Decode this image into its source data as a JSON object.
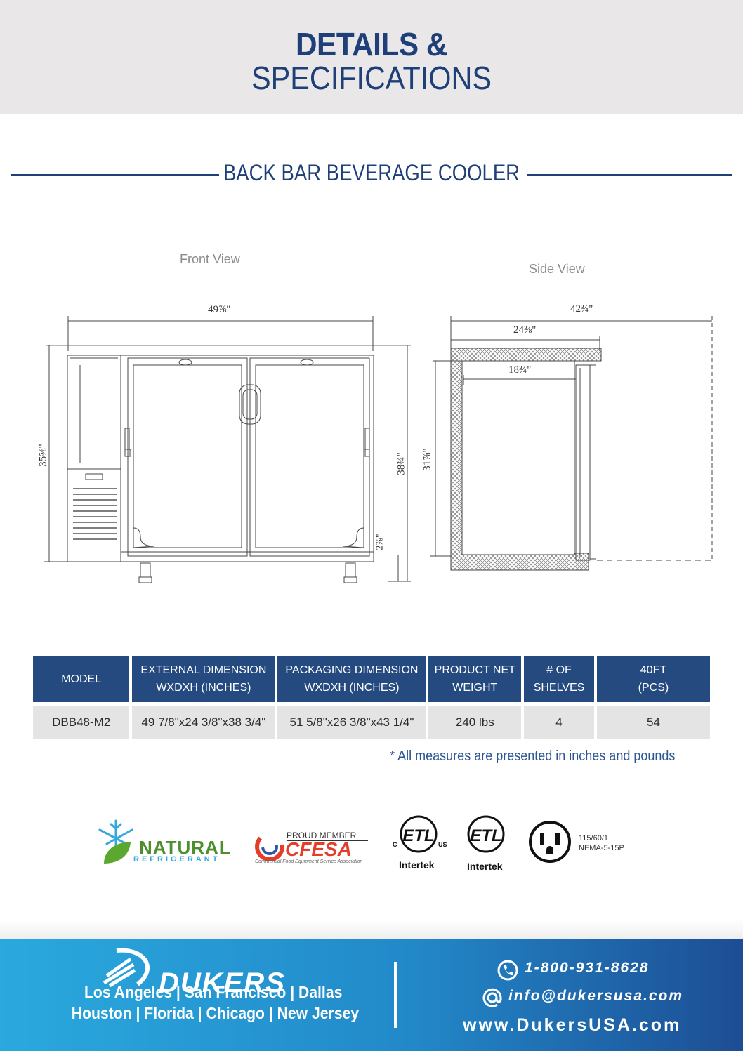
{
  "header": {
    "title_line1": "DETAILS &",
    "title_line2": "SPECIFICATIONS"
  },
  "section_title": "BACK BAR BEVERAGE COOLER",
  "views": {
    "front": "Front View",
    "side": "Side View"
  },
  "dimensions": {
    "front_width": "49⅞\"",
    "front_height_left": "35⅝\"",
    "front_height_right": "38¾\"",
    "caster": "2⅞\"",
    "side_total": "42¾\"",
    "side_depth": "24⅜\"",
    "side_inner": "18¾\"",
    "side_height": "31⅞\""
  },
  "table": {
    "headers": [
      [
        "MODEL"
      ],
      [
        "EXTERNAL DIMENSION",
        "WXDXH (INCHES)"
      ],
      [
        "PACKAGING DIMENSION",
        "WXDXH (INCHES)"
      ],
      [
        "PRODUCT NET",
        "WEIGHT"
      ],
      [
        "# OF",
        "SHELVES"
      ],
      [
        "40FT",
        "(PCS)"
      ]
    ],
    "row": [
      "DBB48-M2",
      "49 7/8\"x24 3/8\"x38 3/4\"",
      "51 5/8\"x26 3/8\"x43 1/4\"",
      "240 lbs",
      "4",
      "54"
    ]
  },
  "note": "* All measures are presented in inches and pounds",
  "certifications": {
    "natural_line1": "NATURAL",
    "natural_line2": "REFRIGERANT",
    "cfesa_top": "PROUD MEMBER",
    "cfesa_name": "CFESA",
    "cfesa_sub": "Commercial Food Equipment Service Association",
    "etl1_label": "Intertek",
    "etl2_label": "Intertek",
    "etl_c": "C",
    "etl_us": "US",
    "plug_line1": "115/60/1",
    "plug_line2": "NEMA-5-15P"
  },
  "footer": {
    "brand": "DUKERS",
    "cities_line1": "Los Angeles | San Francisco | Dallas",
    "cities_line2": "Houston | Florida | Chicago | New Jersey",
    "phone": "1-800-931-8628",
    "email": "info@dukersusa.com",
    "website": "www.DukersUSA.com"
  },
  "colors": {
    "navy": "#1e3f77",
    "table_header": "#244a80",
    "footer_start": "#2aa9de",
    "footer_end": "#1d4d94"
  }
}
